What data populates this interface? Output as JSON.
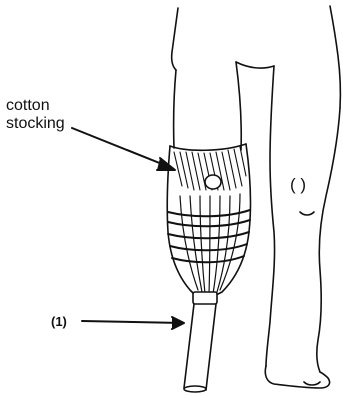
{
  "labels": {
    "stocking_line1": "cotton",
    "stocking_line2": "stocking",
    "part_one": "(1)",
    "right_leg_mark": "( )"
  }
}
